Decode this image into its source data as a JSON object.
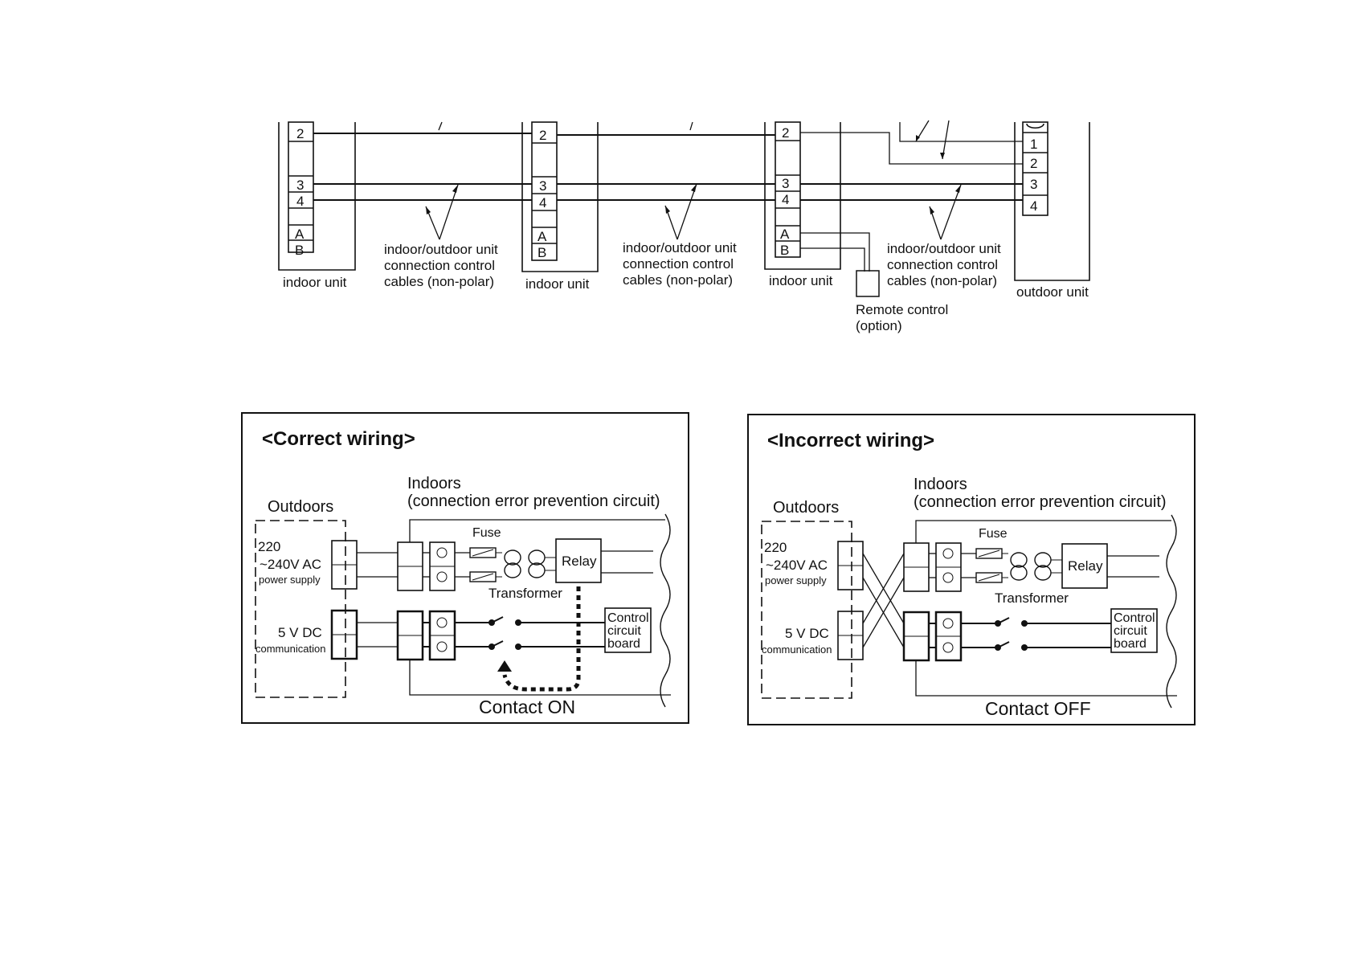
{
  "top": {
    "terminals_indoor": [
      "2",
      "3",
      "4",
      "A",
      "B"
    ],
    "terminals_outdoor": [
      "1",
      "2",
      "3",
      "4"
    ],
    "indoor_unit_label": "indoor unit",
    "outdoor_unit_label": "outdoor unit",
    "cable_label": [
      "indoor/outdoor unit",
      "connection control",
      "cables (non-polar)"
    ],
    "remote_label": [
      "Remote control",
      "(option)"
    ]
  },
  "correct": {
    "title": "<Correct wiring>",
    "outdoors": "Outdoors",
    "indoors": "Indoors",
    "indoors_sub": "(connection error prevention circuit)",
    "supply_line1": "220",
    "supply_line2": "~240V AC",
    "supply_line3": "power supply",
    "dc_line1": "5 V DC",
    "dc_line2": "communication",
    "fuse": "Fuse",
    "relay": "Relay",
    "transformer": "Transformer",
    "control": [
      "Control",
      "circuit",
      "board"
    ],
    "contact": "Contact ON"
  },
  "incorrect": {
    "title": "<Incorrect wiring>",
    "outdoors": "Outdoors",
    "indoors": "Indoors",
    "indoors_sub": "(connection error prevention circuit)",
    "supply_line1": "220",
    "supply_line2": "~240V AC",
    "supply_line3": "power supply",
    "dc_line1": "5 V DC",
    "dc_line2": "communication",
    "fuse": "Fuse",
    "relay": "Relay",
    "transformer": "Transformer",
    "control": [
      "Control",
      "circuit",
      "board"
    ],
    "contact": "Contact OFF"
  }
}
